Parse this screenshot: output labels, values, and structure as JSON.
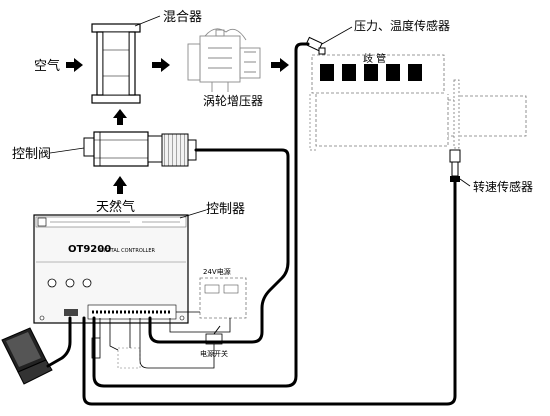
{
  "labels": {
    "mixer": "混合器",
    "air": "空气",
    "turbocharger": "涡轮增压器",
    "pressure_temp_sensor": "压力、温度传感器",
    "manifold": "歧 管",
    "control_valve": "控制阀",
    "natural_gas": "天然气",
    "controller": "控制器",
    "speed_sensor": "转速传感器",
    "power_24v": "24V电源",
    "power_switch": "电源开关",
    "controller_model": "OT9200",
    "controller_subtitle": "DIGITAL CONTROLLER"
  },
  "colors": {
    "line": "#000000",
    "dashed": "#6e6e6e",
    "panel": "#f6f6f6",
    "device_fill": "#ececec"
  }
}
